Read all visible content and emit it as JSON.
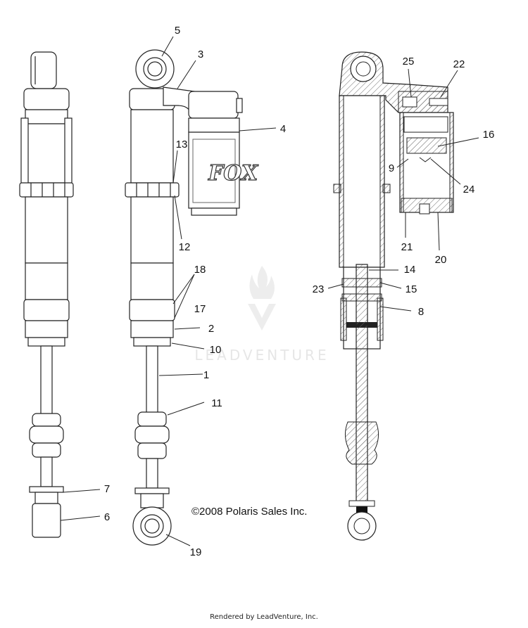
{
  "callouts": [
    "5",
    "3",
    "4",
    "13",
    "12",
    "18",
    "17",
    "2",
    "10",
    "1",
    "11",
    "7",
    "6",
    "19",
    "25",
    "22",
    "16",
    "9",
    "24",
    "21",
    "20",
    "14",
    "23",
    "15",
    "8"
  ],
  "copyright": "©2008 Polaris Sales Inc.",
  "watermark": "LEADVENTURE",
  "footer": "Rendered by LeadVenture, Inc.",
  "logo_text": "FOX"
}
